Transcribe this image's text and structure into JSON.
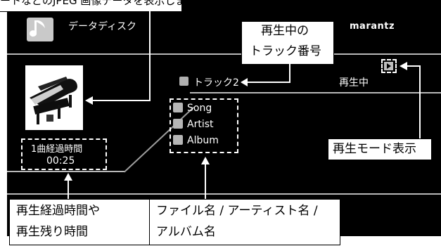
{
  "header": {
    "source_label": "データディスク",
    "brand": "marantz",
    "top_callout_text": "ートなどのJPEG 画像データを表示します。"
  },
  "playback": {
    "track_label": "トラック2",
    "status": "再生中",
    "elapsed_label": "1曲経過時間",
    "elapsed_time": "00:25"
  },
  "metadata": [
    {
      "icon": "song-icon",
      "label": "Song"
    },
    {
      "icon": "artist-icon",
      "label": "Artist"
    },
    {
      "icon": "album-icon",
      "label": "Album"
    }
  ],
  "annotations": {
    "track_number": [
      "再生中の",
      "トラック番号"
    ],
    "play_mode": "再生モード表示",
    "time": [
      "再生経過時間や",
      "再生残り時間"
    ],
    "names": [
      "ファイル名 / アーティスト名 /",
      "アルバム名"
    ]
  },
  "colors": {
    "screen_bg": "#000000",
    "divider": "#b8b8b8",
    "source_icon_bg": "#c8c8c8"
  }
}
